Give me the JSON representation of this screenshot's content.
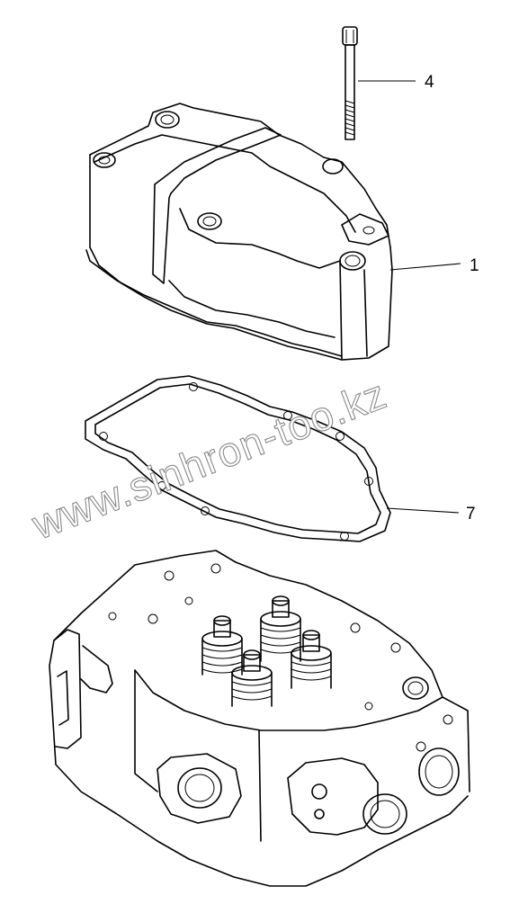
{
  "watermark": {
    "text": "www.sinhron-too.kz"
  },
  "callouts": [
    {
      "id": "bolt",
      "label": "4"
    },
    {
      "id": "cover",
      "label": "1"
    },
    {
      "id": "gasket",
      "label": "7"
    }
  ]
}
